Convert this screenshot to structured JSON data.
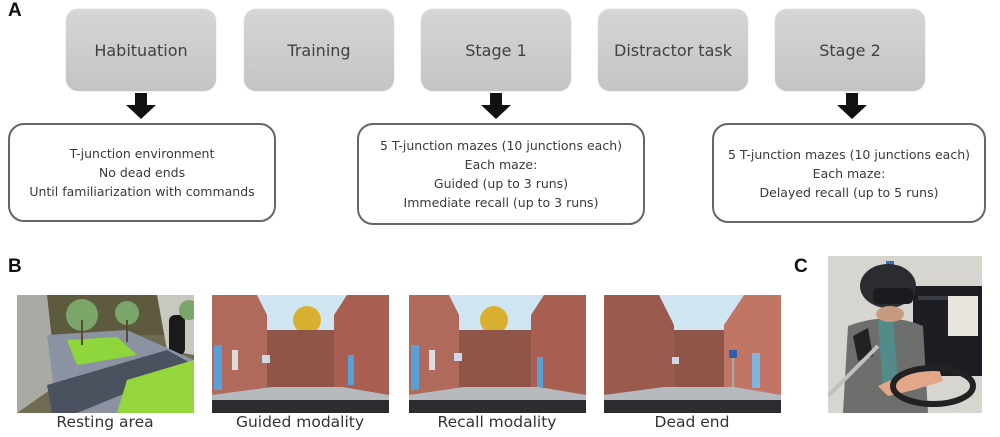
{
  "panels": {
    "a": {
      "label": "A",
      "stages": [
        {
          "name": "Habituation",
          "has_arrow": true
        },
        {
          "name": "Training",
          "has_arrow": false
        },
        {
          "name": "Stage 1",
          "has_arrow": true
        },
        {
          "name": "Distractor task",
          "has_arrow": false
        },
        {
          "name": "Stage 2",
          "has_arrow": true
        }
      ],
      "details": {
        "habituation": [
          "T-junction environment",
          "No dead ends",
          "Until familiarization with commands"
        ],
        "stage1": [
          "5 T-junction mazes (10 junctions each)",
          "Each maze:",
          "Guided (up to 3 runs)",
          "Immediate recall (up to 3 runs)"
        ],
        "stage2": [
          "5 T-junction mazes (10 junctions each)",
          "Each maze:",
          "Delayed recall (up to 5 runs)"
        ]
      }
    },
    "b": {
      "label": "B",
      "images": [
        {
          "caption": "Resting area"
        },
        {
          "caption": "Guided modality"
        },
        {
          "caption": "Recall modality"
        },
        {
          "caption": "Dead end"
        }
      ]
    },
    "c": {
      "label": "C",
      "photo_description": "Participant wearing VR headset using a steering wheel"
    }
  },
  "colors": {
    "stage_box": "#cdcdcd",
    "arrow": "#111111",
    "desc_border": "#666666",
    "brick": "#a85a4e",
    "grass": "#8fd13a",
    "sky": "#cfe6f2"
  }
}
